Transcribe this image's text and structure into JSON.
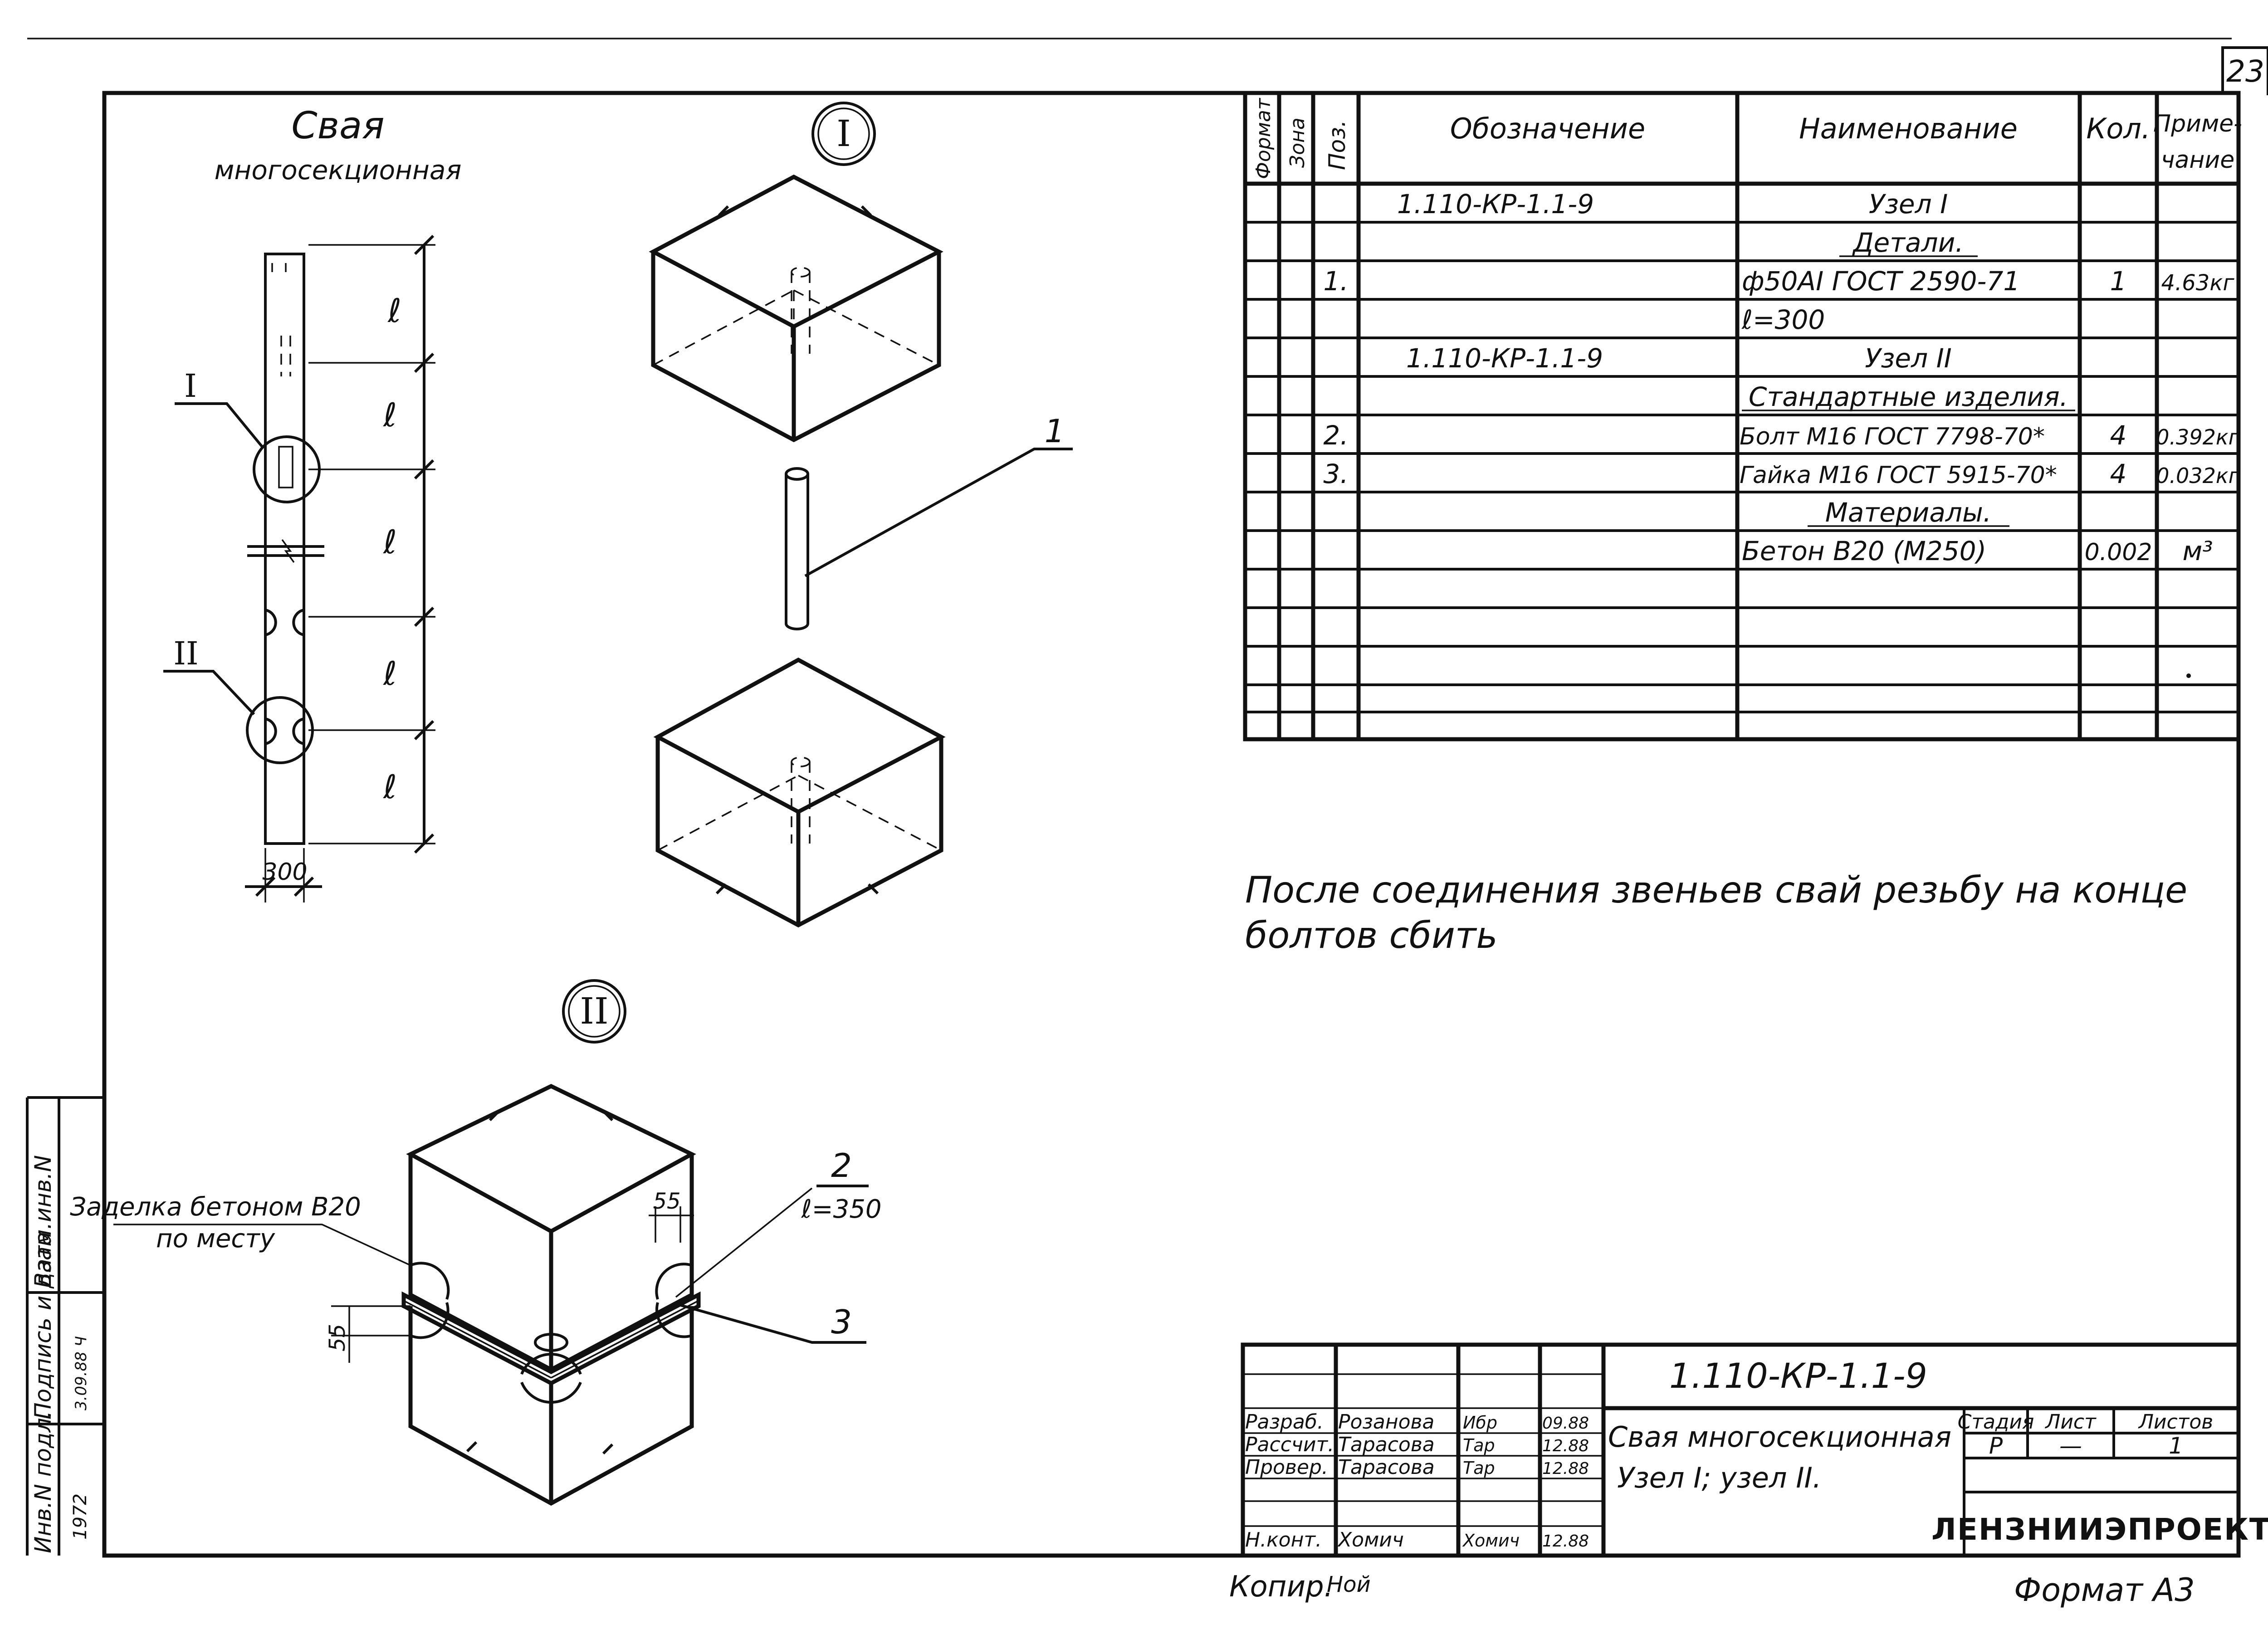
{
  "sheet": {
    "number": "23"
  },
  "binding_strip": {
    "vzam_inv": "Взам.инв.N",
    "signature_date": "Подпись и дата",
    "inv_podl": "Инв.N подл.",
    "inv_number": "1972",
    "signature_mark": "3.09.88 Ч"
  },
  "pile": {
    "title": "Свая",
    "subtitle": "многосекционная",
    "segment_label": "ℓ",
    "width_label": "300",
    "node_i_mark": "I",
    "node_ii_mark": "II"
  },
  "detail_i": {
    "marker": "I",
    "bar_position": "1"
  },
  "detail_ii": {
    "marker": "II",
    "grout_note_line1": "Заделка бетоном В20",
    "grout_note_line2": "по месту",
    "plate_position": "2",
    "plate_length": "ℓ=350",
    "nut_position": "3",
    "dim_55": "55"
  },
  "spec_table": {
    "headers": {
      "format": "Формат",
      "zone": "Зона",
      "position": "Поз.",
      "designation": "Обозначение",
      "name": "Наименование",
      "quantity": "Кол.",
      "note_line1": "Приме-",
      "note_line2": "чание"
    },
    "rows": [
      {
        "position": "",
        "designation": "1.110-КР-1.1-9",
        "name": "Узел I",
        "quantity": "",
        "note": ""
      },
      {
        "position": "",
        "designation": "",
        "name": "Детали.",
        "quantity": "",
        "note": ""
      },
      {
        "position": "1.",
        "designation": "",
        "name": "ф50АI ГОСТ 2590-71",
        "quantity": "1",
        "note": "4.63кг"
      },
      {
        "position": "",
        "designation": "",
        "name": "ℓ=300",
        "quantity": "",
        "note": ""
      },
      {
        "position": "",
        "designation": "1.110-КР-1.1-9",
        "name": "Узел II",
        "quantity": "",
        "note": ""
      },
      {
        "position": "",
        "designation": "",
        "name": "Стандартные изделия.",
        "quantity": "",
        "note": ""
      },
      {
        "position": "2.",
        "designation": "",
        "name": "Болт М16 ГОСТ 7798-70*",
        "quantity": "4",
        "note": "0.392кг"
      },
      {
        "position": "3.",
        "designation": "",
        "name": "Гайка М16 ГОСТ 5915-70*",
        "quantity": "4",
        "note": "0.032кг"
      },
      {
        "position": "",
        "designation": "",
        "name": "Материалы.",
        "quantity": "",
        "note": ""
      },
      {
        "position": "",
        "designation": "",
        "name": "Бетон В20 (М250)",
        "quantity": "0.002",
        "note": "м³"
      }
    ]
  },
  "notes": {
    "line1": "После соединения звеньев свай резьбу на конце",
    "line2": "болтов сбить"
  },
  "title_block": {
    "document_code": "1.110-КР-1.1-9",
    "personnel": [
      {
        "role": "Разраб.",
        "name": "Розанова",
        "signature": "Ибр",
        "date": "09.88"
      },
      {
        "role": "Рассчит.",
        "name": "Тарасова",
        "signature": "Тар",
        "date": "12.88"
      },
      {
        "role": "Провер.",
        "name": "Тарасова",
        "signature": "Тар",
        "date": "12.88"
      },
      {
        "role": "Н.конт.",
        "name": "Хомич",
        "signature": "Хомич",
        "date": "12.88"
      }
    ],
    "title_line1": "Свая многосекционная",
    "title_line2": "Узел I; узел II.",
    "stage_header": "Стадия",
    "sheet_header": "Лист",
    "sheets_header": "Листов",
    "stage_value": "Р",
    "sheet_value": "—",
    "sheets_value": "1",
    "organization": "ЛЕНЗНИИЭПРОЕКТ"
  },
  "footer": {
    "copied_label": "Копир.",
    "copied_signature": "Ной",
    "format_label": "Формат А3"
  }
}
